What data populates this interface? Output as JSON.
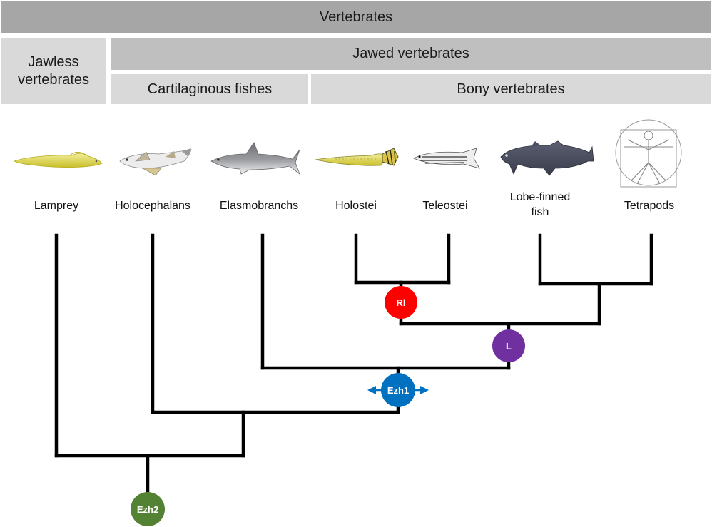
{
  "header": {
    "vertebrates": "Vertebrates",
    "jawless": "Jawless vertebrates",
    "jawed": "Jawed vertebrates",
    "cartilaginous": "Cartilaginous fishes",
    "bony": "Bony vertebrates"
  },
  "taxa": [
    {
      "id": "lamprey",
      "label": "Lamprey",
      "icon": "lamprey-icon"
    },
    {
      "id": "holocephalans",
      "label": "Holocephalans",
      "icon": "chimaera-icon"
    },
    {
      "id": "elasmobranchs",
      "label": "Elasmobranchs",
      "icon": "shark-icon"
    },
    {
      "id": "holostei",
      "label": "Holostei",
      "icon": "gar-icon"
    },
    {
      "id": "teleostei",
      "label": "Teleostei",
      "icon": "zebrafish-icon"
    },
    {
      "id": "lobe",
      "label": "Lobe-finned fish",
      "icon": "coelacanth-icon"
    },
    {
      "id": "tetrapods",
      "label": "Tetrapods",
      "icon": "vitruvian-man-icon"
    }
  ],
  "nodes": {
    "ezh2": {
      "label": "Ezh2",
      "color": "#548235"
    },
    "ezh1": {
      "label": "Ezh1",
      "color": "#0070c0"
    },
    "l": {
      "label": "L",
      "color": "#7030a0"
    },
    "rl": {
      "label": "Rl",
      "color": "#ff0000"
    }
  },
  "colors": {
    "branch": "#000000",
    "band_dark": "#a6a6a6",
    "band_mid": "#bfbfbf",
    "band_light": "#d9d9d9"
  }
}
